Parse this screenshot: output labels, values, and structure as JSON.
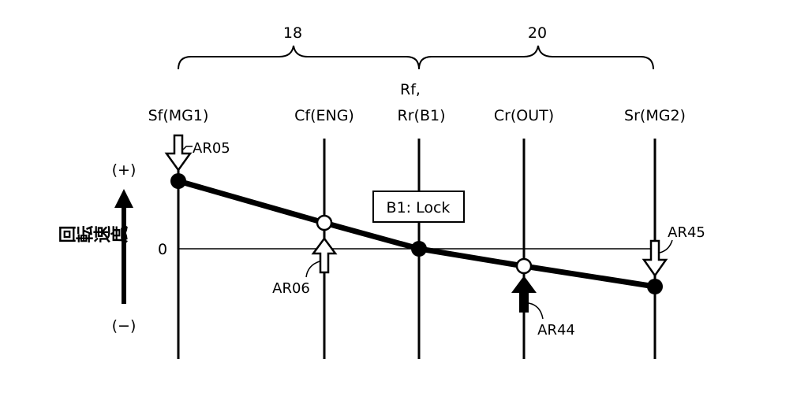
{
  "braces": [
    {
      "label": "18"
    },
    {
      "label": "20"
    }
  ],
  "axes": [
    {
      "id": "sf",
      "label": "Sf(MG1)",
      "speed": 1.0,
      "point": "filled"
    },
    {
      "id": "cf",
      "label": "Cf(ENG)",
      "speed": 0.38,
      "point": "open"
    },
    {
      "id": "rr",
      "label_line1": "Rf,",
      "label": "Rr(B1)",
      "speed": 0,
      "point": "filled"
    },
    {
      "id": "cr",
      "label": "Cr(OUT)",
      "speed": -0.26,
      "point": "open"
    },
    {
      "id": "sr",
      "label": "Sr(MG2)",
      "speed": -0.56,
      "point": "filled"
    }
  ],
  "y_axis": {
    "title": "回転速度",
    "plus": "(+)",
    "minus": "(−)",
    "zero": "0"
  },
  "lock_box": "B1: Lock",
  "arrows": {
    "ar05": "AR05",
    "ar06": "AR06",
    "ar44": "AR44",
    "ar45": "AR45"
  }
}
